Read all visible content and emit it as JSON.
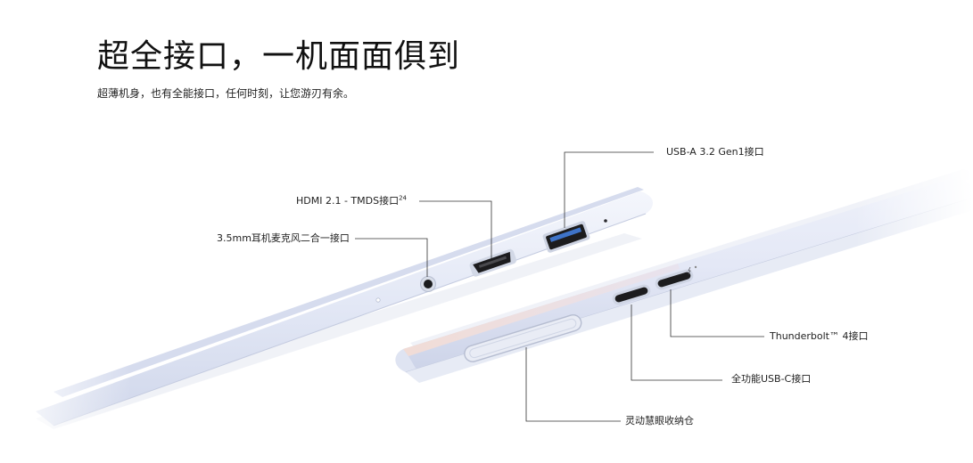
{
  "heading": {
    "title": "超全接口，一机面面俱到",
    "subtitle": "超薄机身，也有全能接口，任何时刻，让您游刃有余。"
  },
  "callouts": {
    "usb_a": "USB-A 3.2 Gen1接口",
    "hdmi": "HDMI 2.1 - TMDS接口",
    "hdmi_note": "24",
    "audio_jack": "3.5mm耳机麦克风二合一接口",
    "thunderbolt": "Thunderbolt™ 4接口",
    "usb_c": "全功能USB-C接口",
    "hello_cam_dock": "灵动慧眼收纳仓"
  },
  "colors": {
    "body": "#e3e8f6",
    "body_edge": "#c9d0e4",
    "port_dark": "#1c1c1e",
    "leader": "#333333"
  }
}
